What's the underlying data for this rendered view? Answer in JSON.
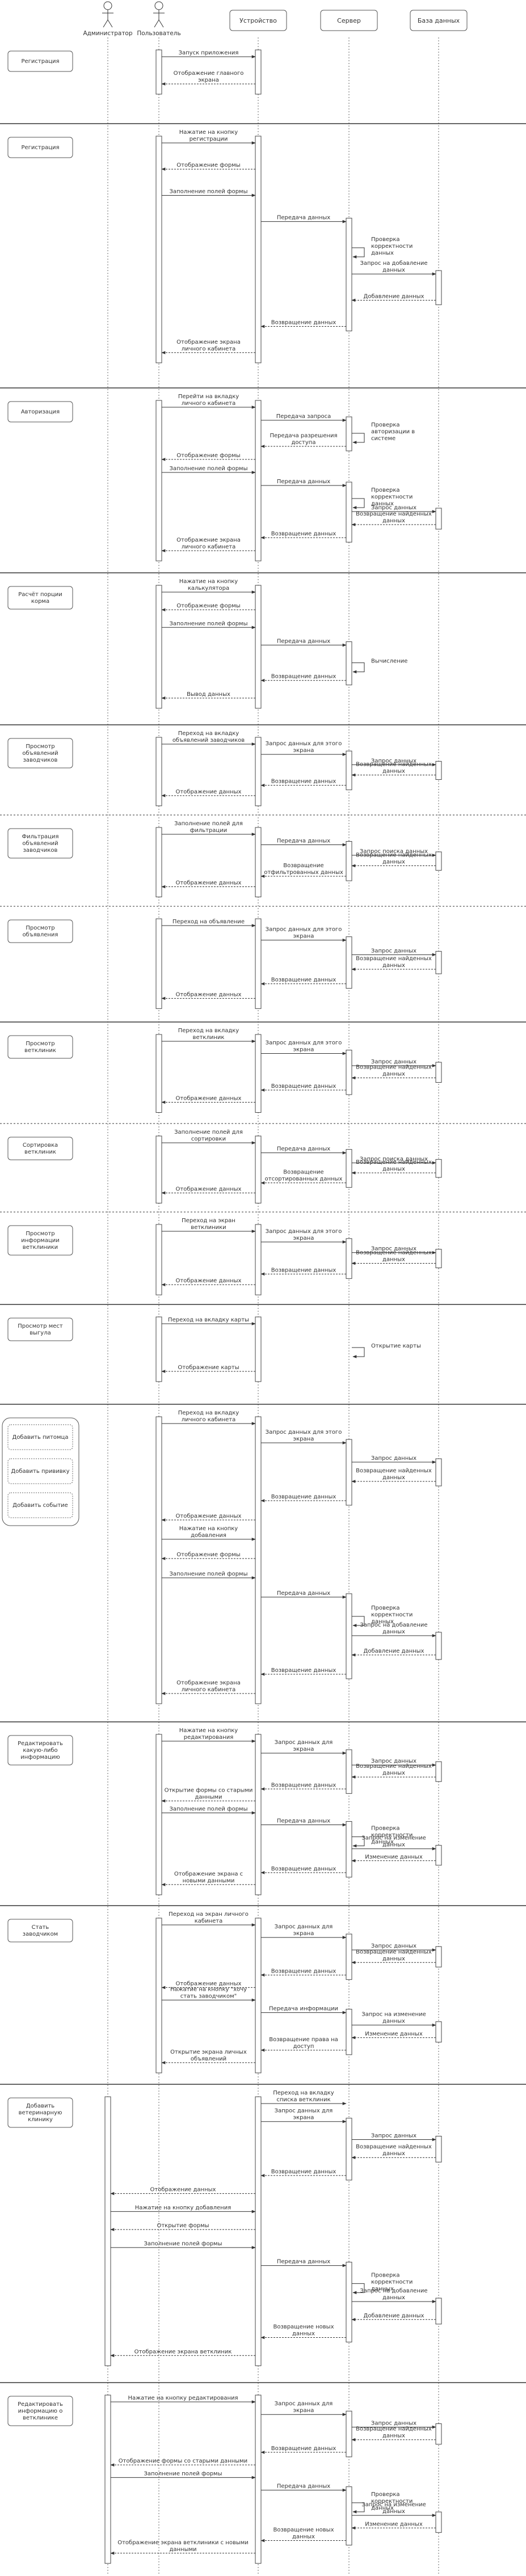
{
  "actors": [
    {
      "label": "Администратор",
      "icon": "stick-figure-icon"
    },
    {
      "label": "Пользователь",
      "icon": "stick-figure-icon"
    }
  ],
  "participants": [
    "Устройство",
    "Сервер",
    "База данных"
  ],
  "sections": [
    {
      "label": "Регистрация",
      "messages": [
        {
          "text": "Запуск приложения",
          "dir": "right"
        },
        {
          "text": "Отображение главного экрана",
          "dir": "left"
        }
      ]
    },
    {
      "label": "Регистрация",
      "messages": [
        {
          "text": "Нажатие на кнопку регистрации",
          "dir": "right"
        },
        {
          "text": "Отображение формы",
          "dir": "left"
        },
        {
          "text": "Заполнение полей формы",
          "dir": "right"
        },
        {
          "text": "Передача данных",
          "dir": "right"
        },
        {
          "text": "Проверка корректности данных",
          "dir": "self"
        },
        {
          "text": "Запрос на добавление данных",
          "dir": "right"
        },
        {
          "text": "Добавление данных",
          "dir": "left"
        },
        {
          "text": "Возвращение данных",
          "dir": "left"
        },
        {
          "text": "Отображение экрана личного кабинета",
          "dir": "left"
        }
      ]
    },
    {
      "label": "Авторизация",
      "messages": [
        {
          "text": "Перейти на вкладку личного кабинета",
          "dir": "right"
        },
        {
          "text": "Передача запроса",
          "dir": "right"
        },
        {
          "text": "Проверка авторизации в системе",
          "dir": "self"
        },
        {
          "text": "Передача разрешения доступа",
          "dir": "left"
        },
        {
          "text": "Отображение формы",
          "dir": "left"
        },
        {
          "text": "Заполнение полей формы",
          "dir": "right"
        },
        {
          "text": "Передача данных",
          "dir": "right"
        },
        {
          "text": "Проверка корректности данных",
          "dir": "self"
        },
        {
          "text": "Запрос данных",
          "dir": "right"
        },
        {
          "text": "Возвращение найденных данных",
          "dir": "left"
        },
        {
          "text": "Возвращение данных",
          "dir": "left"
        },
        {
          "text": "Отображение экрана личного кабинета",
          "dir": "left"
        }
      ]
    },
    {
      "label": "Расчёт порции корма",
      "messages": [
        {
          "text": "Нажатие на кнопку калькулятора",
          "dir": "right"
        },
        {
          "text": "Отображение формы",
          "dir": "left"
        },
        {
          "text": "Заполнение полей формы",
          "dir": "right"
        },
        {
          "text": "Передача данных",
          "dir": "right"
        },
        {
          "text": "Вычисление",
          "dir": "self"
        },
        {
          "text": "Возвращение данных",
          "dir": "left"
        },
        {
          "text": "Вывод данных",
          "dir": "left"
        }
      ]
    },
    {
      "label": "Просмотр объявлений заводчиков",
      "messages": [
        {
          "text": "Переход на вкладку объявлений заводчиков",
          "dir": "right"
        },
        {
          "text": "Запрос данных для этого экрана",
          "dir": "right"
        },
        {
          "text": "Запрос данных",
          "dir": "right"
        },
        {
          "text": "Возвращение найденных данных",
          "dir": "left"
        },
        {
          "text": "Возвращение данных",
          "dir": "left"
        },
        {
          "text": "Отображение данных",
          "dir": "left"
        }
      ]
    },
    {
      "label": "Фильтрация объявлений заводчиков",
      "messages": [
        {
          "text": "Заполнение полей для фильтрации",
          "dir": "right"
        },
        {
          "text": "Передача данных",
          "dir": "right"
        },
        {
          "text": "Запрос поиска данных",
          "dir": "right"
        },
        {
          "text": "Возвращение найденных данных",
          "dir": "left"
        },
        {
          "text": "Возвращение отфильтрованных данных",
          "dir": "left"
        },
        {
          "text": "Отображение данных",
          "dir": "left"
        }
      ]
    },
    {
      "label": "Просмотр объявления",
      "messages": [
        {
          "text": "Переход на объявление",
          "dir": "right"
        },
        {
          "text": "Запрос данных для этого экрана",
          "dir": "right"
        },
        {
          "text": "Запрос данных",
          "dir": "right"
        },
        {
          "text": "Возвращение найденных данных",
          "dir": "left"
        },
        {
          "text": "Возвращение данных",
          "dir": "left"
        },
        {
          "text": "Отображение данных",
          "dir": "left"
        }
      ]
    },
    {
      "label": "Просмотр ветклиник",
      "messages": [
        {
          "text": "Переход на вкладку ветклиник",
          "dir": "right"
        },
        {
          "text": "Запрос данных для этого экрана",
          "dir": "right"
        },
        {
          "text": "Запрос данных",
          "dir": "right"
        },
        {
          "text": "Возвращение найденных данных",
          "dir": "left"
        },
        {
          "text": "Возвращение данных",
          "dir": "left"
        },
        {
          "text": "Отображение данных",
          "dir": "left"
        }
      ]
    },
    {
      "label": "Сортировка ветклиник",
      "messages": [
        {
          "text": "Заполнение полей для сортировки",
          "dir": "right"
        },
        {
          "text": "Передача данных",
          "dir": "right"
        },
        {
          "text": "Запрос поиска данных",
          "dir": "right"
        },
        {
          "text": "Возвращение найденных данных",
          "dir": "left"
        },
        {
          "text": "Возвращение отсортированных данных",
          "dir": "left"
        },
        {
          "text": "Отображение данных",
          "dir": "left"
        }
      ]
    },
    {
      "label": "Просмотр информации ветклиники",
      "messages": [
        {
          "text": "Переход на экран ветклиники",
          "dir": "right"
        },
        {
          "text": "Запрос данных для этого экрана",
          "dir": "right"
        },
        {
          "text": "Запрос данных",
          "dir": "right"
        },
        {
          "text": "Возвращение найденных данных",
          "dir": "left"
        },
        {
          "text": "Возвращение данных",
          "dir": "left"
        },
        {
          "text": "Отображение данных",
          "dir": "left"
        }
      ]
    },
    {
      "label": "Просмотр мест выгула",
      "messages": [
        {
          "text": "Переход на вкладку карты",
          "dir": "right"
        },
        {
          "text": "Открытие карты",
          "dir": "self"
        },
        {
          "text": "Отображение карты",
          "dir": "left"
        }
      ]
    },
    {
      "group": [
        "Добавить питомца",
        "Добавить прививку",
        "Добавить событие"
      ],
      "messages": [
        {
          "text": "Переход на вкладку личного кабинета",
          "dir": "right"
        },
        {
          "text": "Запрос данных для этого экрана",
          "dir": "right"
        },
        {
          "text": "Запрос данных",
          "dir": "right"
        },
        {
          "text": "Возвращение найденных данных",
          "dir": "left"
        },
        {
          "text": "Возвращение данных",
          "dir": "left"
        },
        {
          "text": "Отображение данных",
          "dir": "left"
        },
        {
          "text": "Нажатие на кнопку добавления",
          "dir": "right"
        },
        {
          "text": "Отображение формы",
          "dir": "left"
        },
        {
          "text": "Заполнение полей формы",
          "dir": "right"
        },
        {
          "text": "Передача данных",
          "dir": "right"
        },
        {
          "text": "Проверка корректности данных",
          "dir": "self"
        },
        {
          "text": "Запрос на добавление данных",
          "dir": "right"
        },
        {
          "text": "Добавление данных",
          "dir": "left"
        },
        {
          "text": "Возвращение данных",
          "dir": "left"
        },
        {
          "text": "Отображение экрана личного кабинета",
          "dir": "left"
        }
      ]
    },
    {
      "label": "Редактировать какую-либо информацию",
      "messages": [
        {
          "text": "Нажатие на кнопку редактирования",
          "dir": "right"
        },
        {
          "text": "Запрос данных для экрана",
          "dir": "right"
        },
        {
          "text": "Запрос данных",
          "dir": "right"
        },
        {
          "text": "Возвращение найденных данных",
          "dir": "left"
        },
        {
          "text": "Возвращение данных",
          "dir": "left"
        },
        {
          "text": "Открытие формы со старыми данными",
          "dir": "left"
        },
        {
          "text": "Заполнение полей формы",
          "dir": "right"
        },
        {
          "text": "Передача данных",
          "dir": "right"
        },
        {
          "text": "Проверка корректности данных",
          "dir": "self"
        },
        {
          "text": "Запрос на изменение данных",
          "dir": "right"
        },
        {
          "text": "Изменение данных",
          "dir": "left"
        },
        {
          "text": "Возвращение данных",
          "dir": "left"
        },
        {
          "text": "Отображение экрана с новыми данными",
          "dir": "left"
        }
      ]
    },
    {
      "label": "Стать заводчиком",
      "messages": [
        {
          "text": "Переход на экран личного кабинета",
          "dir": "right"
        },
        {
          "text": "Запрос данных для экрана",
          "dir": "right"
        },
        {
          "text": "Запрос данных",
          "dir": "right"
        },
        {
          "text": "Возвращение найденных данных",
          "dir": "left"
        },
        {
          "text": "Возвращение данных",
          "dir": "left"
        },
        {
          "text": "Отображение данных",
          "dir": "left"
        },
        {
          "text": "Нажатие на кнопку \"хочу стать заводчиком\"",
          "dir": "right"
        },
        {
          "text": "Передача информации",
          "dir": "right"
        },
        {
          "text": "Запрос на изменение данных",
          "dir": "right"
        },
        {
          "text": "Изменение данных",
          "dir": "left"
        },
        {
          "text": "Возвращение права на доступ",
          "dir": "left"
        },
        {
          "text": "Открытие экрана личных объявлений",
          "dir": "left"
        }
      ]
    },
    {
      "label": "Добавить ветеринарную клинику",
      "admin": true,
      "messages": [
        {
          "text": "Переход на вкладку списка ветклиник",
          "dir": "right"
        },
        {
          "text": "Запрос данных для экрана",
          "dir": "right"
        },
        {
          "text": "Запрос данных",
          "dir": "right"
        },
        {
          "text": "Возвращение найденных данных",
          "dir": "left"
        },
        {
          "text": "Возвращение данных",
          "dir": "left"
        },
        {
          "text": "Отображение данных",
          "dir": "left"
        },
        {
          "text": "Нажатие на кнопку добавления",
          "dir": "right"
        },
        {
          "text": "Открытие формы",
          "dir": "left"
        },
        {
          "text": "Заполнение полей формы",
          "dir": "right"
        },
        {
          "text": "Передача данных",
          "dir": "right"
        },
        {
          "text": "Проверка корректности данных",
          "dir": "self"
        },
        {
          "text": "Запрос на добавление данных",
          "dir": "right"
        },
        {
          "text": "Добавление данных",
          "dir": "left"
        },
        {
          "text": "Возвращение новых данных",
          "dir": "left"
        },
        {
          "text": "Отображение экрана ветклиник",
          "dir": "left"
        }
      ]
    },
    {
      "label": "Редактировать информацию о ветклинике",
      "admin": true,
      "messages": [
        {
          "text": "Нажатие на кнопку редактирования",
          "dir": "right"
        },
        {
          "text": "Запрос данных для экрана",
          "dir": "right"
        },
        {
          "text": "Запрос данных",
          "dir": "right"
        },
        {
          "text": "Возвращение найденных данных",
          "dir": "left"
        },
        {
          "text": "Возвращение данных",
          "dir": "left"
        },
        {
          "text": "Отображение формы со старыми данными",
          "dir": "left"
        },
        {
          "text": "Заполнение полей формы",
          "dir": "right"
        },
        {
          "text": "Передача данных",
          "dir": "right"
        },
        {
          "text": "Проверка корректности данных",
          "dir": "self"
        },
        {
          "text": "Запрос на изменение данных",
          "dir": "right"
        },
        {
          "text": "Изменение данных",
          "dir": "left"
        },
        {
          "text": "Возвращение новых данных",
          "dir": "left"
        },
        {
          "text": "Отображение экрана ветклиники с новыми данными",
          "dir": "left"
        }
      ]
    }
  ]
}
